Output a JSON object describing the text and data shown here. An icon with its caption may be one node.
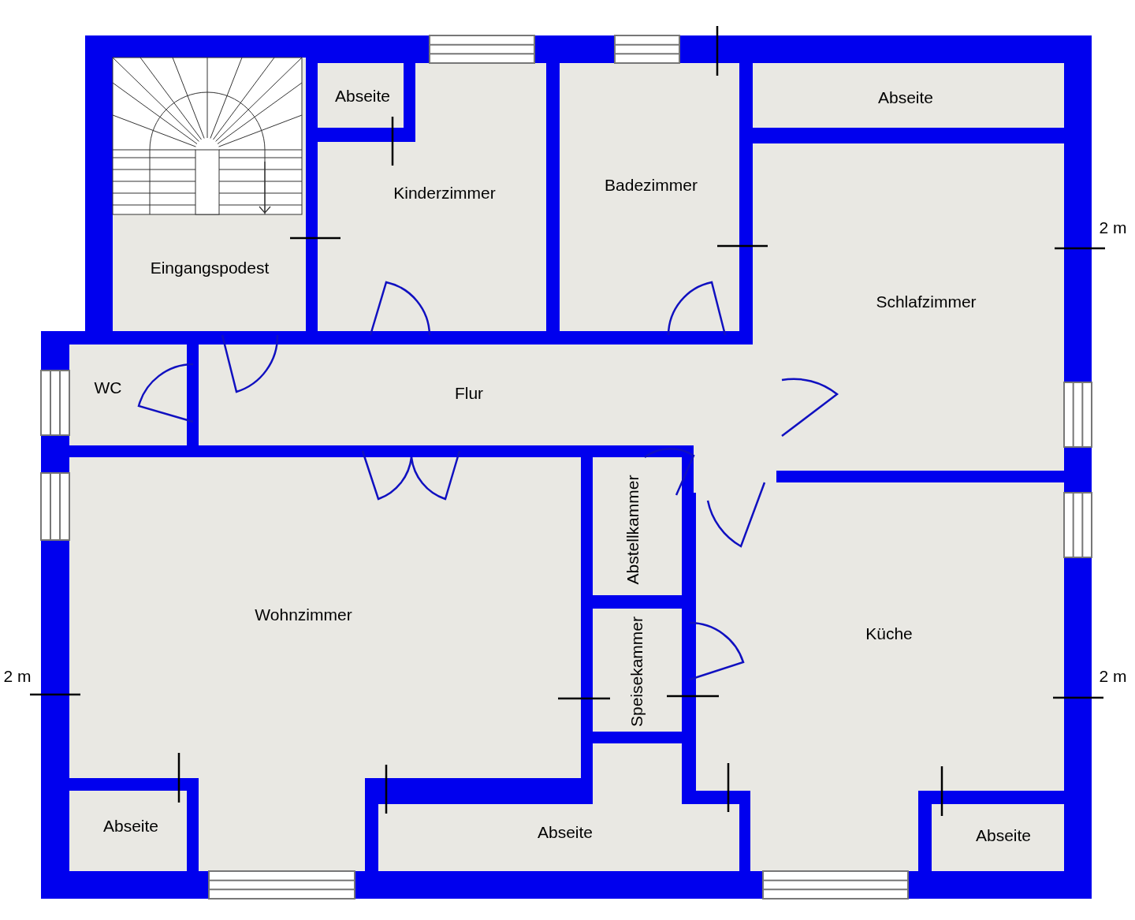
{
  "diagram": {
    "nodes": [
      {
        "text": [
          "Abseite"
        ]
      },
      {
        "text": [
          "Kinderzimmer"
        ]
      },
      {
        "text": [
          "Badezimmer"
        ]
      },
      {
        "text": [
          "Abseite"
        ]
      },
      {
        "text": [
          "Eingangspodest"
        ]
      },
      {
        "text": [
          "Schlafzimmer"
        ]
      },
      {
        "text": [
          "WC"
        ]
      },
      {
        "text": [
          "Flur"
        ]
      },
      {
        "text": [
          "Abstellkammer"
        ]
      },
      {
        "text": [
          "Wohnzimmer"
        ]
      },
      {
        "text": [
          "Küche"
        ]
      },
      {
        "text": [
          "Speisekammer"
        ]
      },
      {
        "text": [
          "Abseite"
        ]
      },
      {
        "text": [
          "Abseite"
        ]
      },
      {
        "text": [
          "Abseite"
        ]
      }
    ],
    "labels": [
      "2 m",
      "2 m",
      "2 m"
    ]
  }
}
